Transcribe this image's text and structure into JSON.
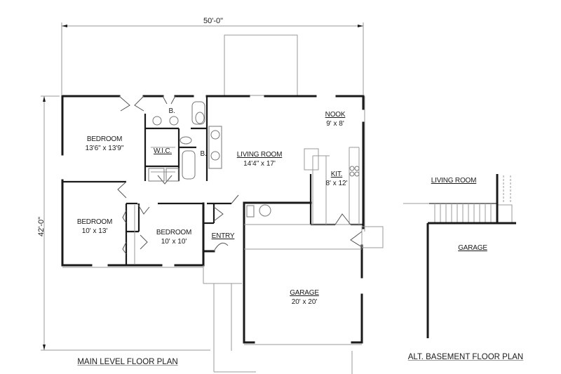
{
  "dimensions": {
    "width": "50'-0\"",
    "depth": "42'-0\""
  },
  "main_plan": {
    "title": "MAIN LEVEL FLOOR PLAN",
    "rooms": [
      {
        "name": "BEDROOM",
        "size": "13'6\" x 13'9\""
      },
      {
        "name": "B.",
        "size": ""
      },
      {
        "name": "W.I.C.",
        "size": ""
      },
      {
        "name": "B.",
        "size": ""
      },
      {
        "name": "LIVING ROOM",
        "size": "14'4\" x 17'"
      },
      {
        "name": "NOOK",
        "size": "9' x 8'"
      },
      {
        "name": "KIT.",
        "size": "8' x 12'"
      },
      {
        "name": "BEDROOM",
        "size": "10' x 13'"
      },
      {
        "name": "BEDROOM",
        "size": "10' x 10'"
      },
      {
        "name": "ENTRY",
        "size": ""
      },
      {
        "name": "GARAGE",
        "size": "20' x 20'"
      }
    ]
  },
  "alt_plan": {
    "title": "ALT. BASEMENT FLOOR PLAN",
    "rooms": [
      {
        "name": "LIVING ROOM"
      },
      {
        "name": "GARAGE"
      }
    ]
  },
  "colors": {
    "wall": "#1a1a1a",
    "thin_line": "#9a9a9a",
    "background": "#ffffff"
  }
}
